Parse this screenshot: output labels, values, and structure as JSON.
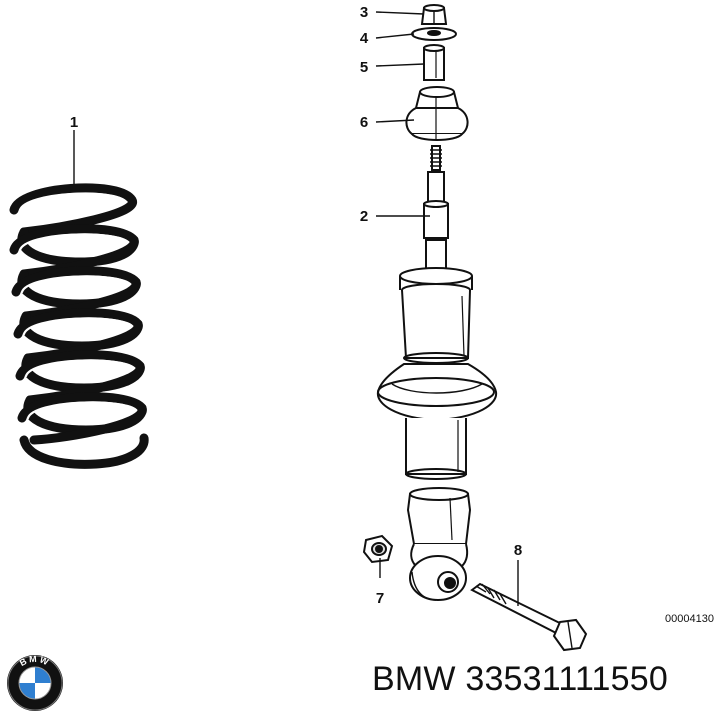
{
  "caption": "BMW 33531111550",
  "drawing_ref": "00004130",
  "brand": {
    "name": "BMW",
    "logo_letters": "BMW",
    "colors": {
      "blue": "#2f7fd0",
      "white": "#ffffff",
      "ring": "#111111"
    }
  },
  "callouts": [
    {
      "id": "1",
      "label": "1",
      "part": "coil-spring"
    },
    {
      "id": "2",
      "label": "2",
      "part": "shock-absorber"
    },
    {
      "id": "3",
      "label": "3",
      "part": "nut"
    },
    {
      "id": "4",
      "label": "4",
      "part": "washer"
    },
    {
      "id": "5",
      "label": "5",
      "part": "spacer-sleeve"
    },
    {
      "id": "6",
      "label": "6",
      "part": "rubber-mount"
    },
    {
      "id": "7",
      "label": "7",
      "part": "lock-nut"
    },
    {
      "id": "8",
      "label": "8",
      "part": "hex-bolt"
    }
  ]
}
